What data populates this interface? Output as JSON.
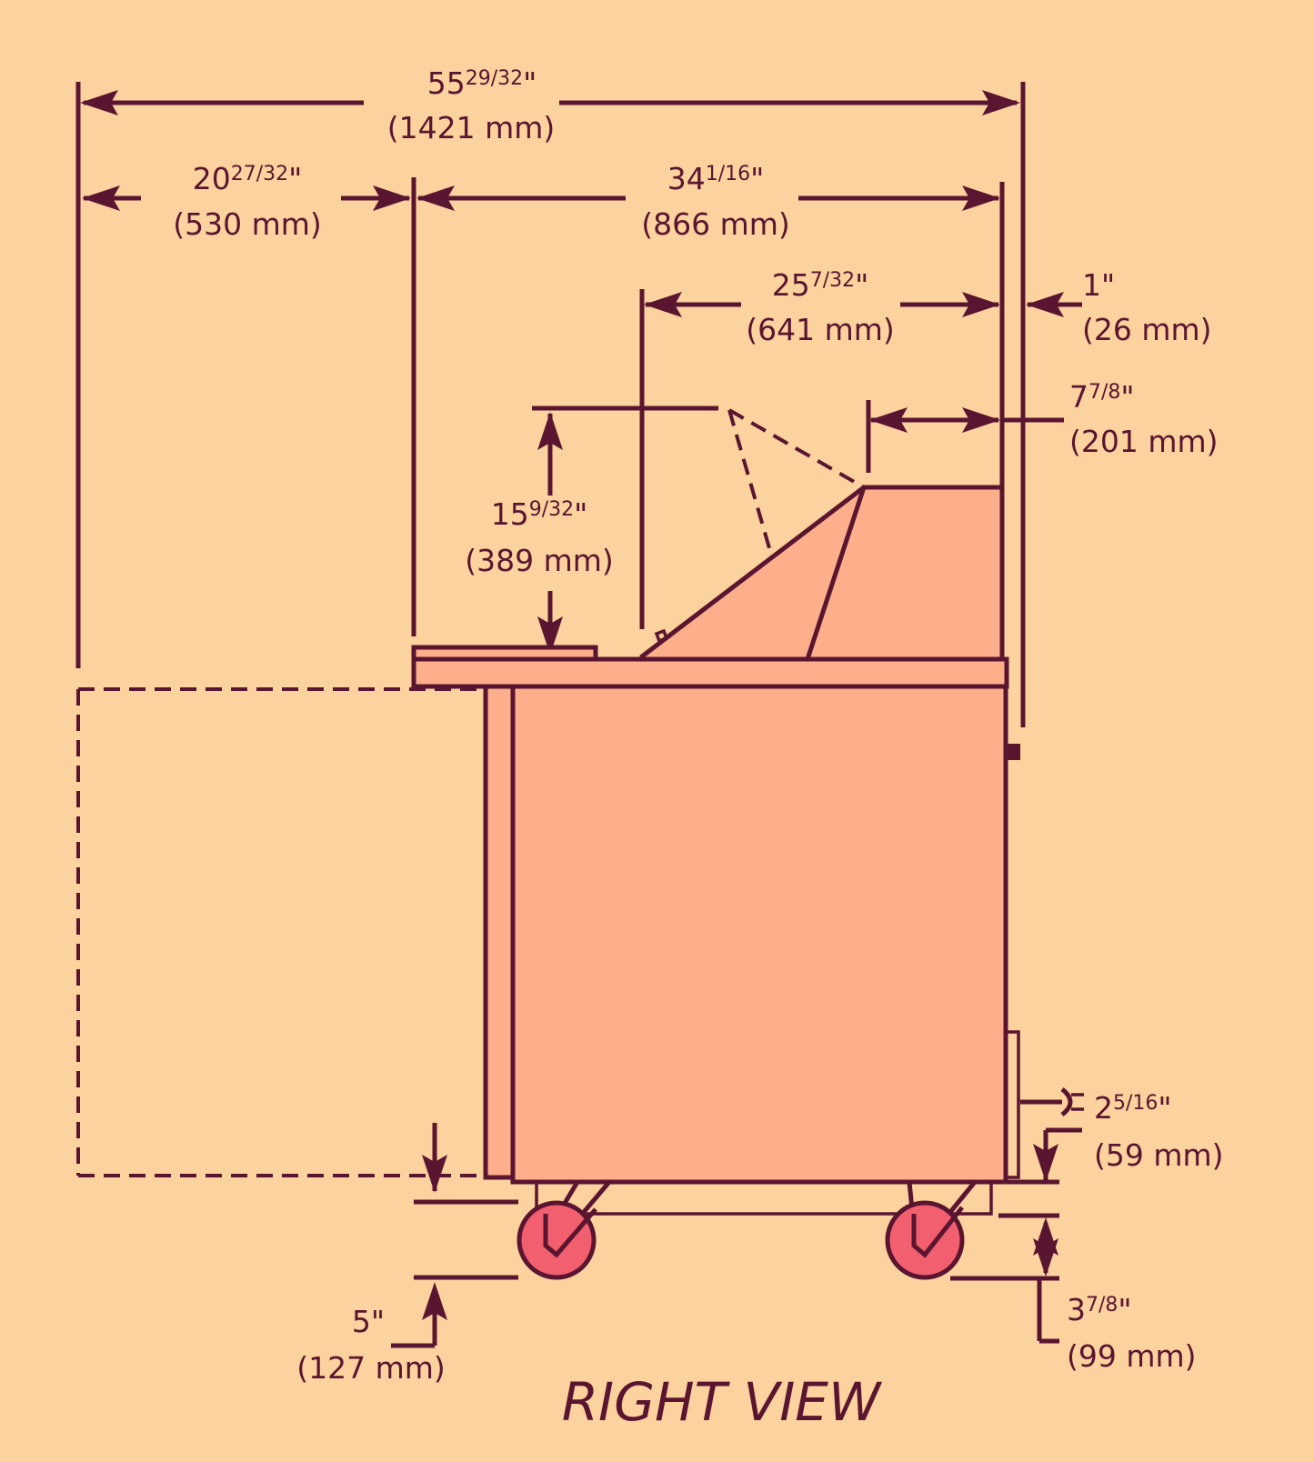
{
  "title": "RIGHT VIEW",
  "colors": {
    "background": "#fcd29e",
    "line": "#5a1530",
    "unit_fill": "#fdae8a",
    "wheel": "#f25f6e"
  },
  "dims": {
    "overall_depth": {
      "whole": "55",
      "frac": "29/32",
      "unit": "\"",
      "metric": "(1421 mm)"
    },
    "extension": {
      "whole": "20",
      "frac": "27/32",
      "unit": "\"",
      "metric": "(530 mm)"
    },
    "cabinet_depth": {
      "whole": "34",
      "frac": "1/16",
      "unit": "\"",
      "metric": "(866 mm)"
    },
    "lid_depth": {
      "whole": "25",
      "frac": "7/32",
      "unit": "\"",
      "metric": "(641 mm)"
    },
    "rear_offset": {
      "whole": "1",
      "frac": "",
      "unit": "\"",
      "metric": "(26 mm)"
    },
    "rear_top": {
      "whole": "7",
      "frac": "7/8",
      "unit": "\"",
      "metric": "(201 mm)"
    },
    "lid_height": {
      "whole": "15",
      "frac": "9/32",
      "unit": "\"",
      "metric": "(389 mm)"
    },
    "cord": {
      "whole": "2",
      "frac": "5/16",
      "unit": "\"",
      "metric": "(59 mm)"
    },
    "caster_height": {
      "whole": "5",
      "frac": "",
      "unit": "\"",
      "metric": "(127 mm)"
    },
    "base_clearance": {
      "whole": "3",
      "frac": "7/8",
      "unit": "\"",
      "metric": "(99 mm)"
    }
  }
}
